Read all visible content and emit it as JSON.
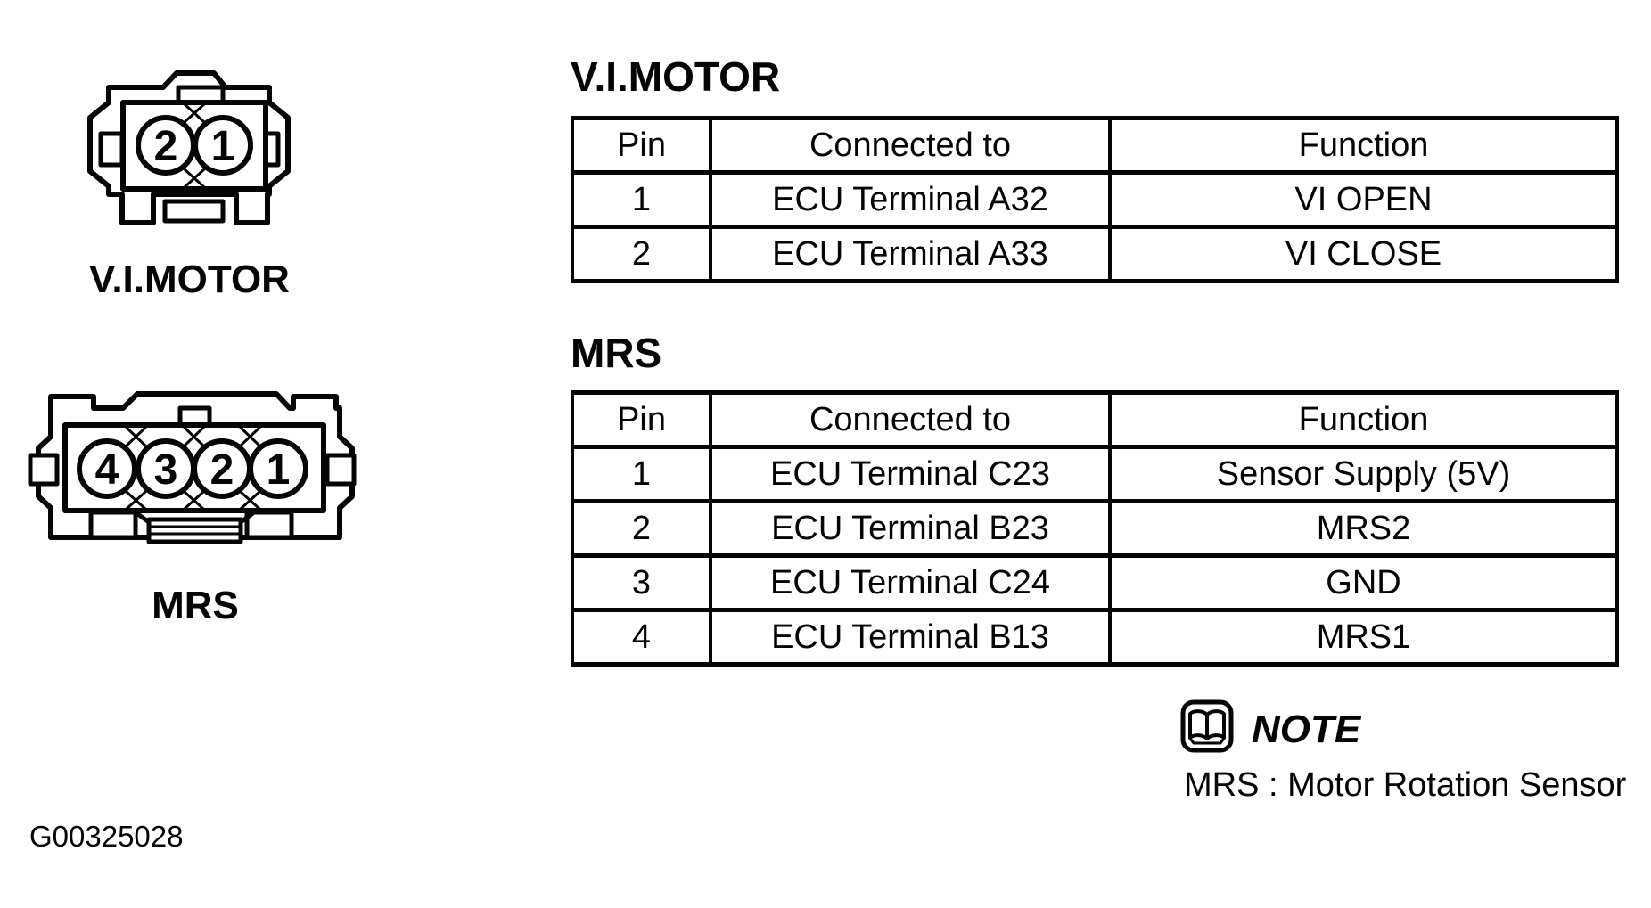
{
  "page": {
    "background": "#ffffff",
    "ink": "#050505"
  },
  "figure_id": "G00325028",
  "connectors": [
    {
      "name": "vi-motor-connector",
      "label": "V.I.MOTOR",
      "pins": [
        "2",
        "1"
      ]
    },
    {
      "name": "mrs-connector",
      "label": "MRS",
      "pins": [
        "4",
        "3",
        "2",
        "1"
      ]
    }
  ],
  "tables": [
    {
      "title": "V.I.MOTOR",
      "headers": [
        "Pin",
        "Connected to",
        "Function"
      ],
      "rows": [
        [
          "1",
          "ECU Terminal A32",
          "VI OPEN"
        ],
        [
          "2",
          "ECU Terminal A33",
          "VI CLOSE"
        ]
      ]
    },
    {
      "title": "MRS",
      "headers": [
        "Pin",
        "Connected to",
        "Function"
      ],
      "rows": [
        [
          "1",
          "ECU Terminal C23",
          "Sensor Supply (5V)"
        ],
        [
          "2",
          "ECU Terminal B23",
          "MRS2"
        ],
        [
          "3",
          "ECU Terminal C24",
          "GND"
        ],
        [
          "4",
          "ECU Terminal B13",
          "MRS1"
        ]
      ]
    }
  ],
  "note": {
    "icon": "open-book-icon",
    "label": "NOTE",
    "text": "MRS : Motor Rotation Sensor"
  }
}
